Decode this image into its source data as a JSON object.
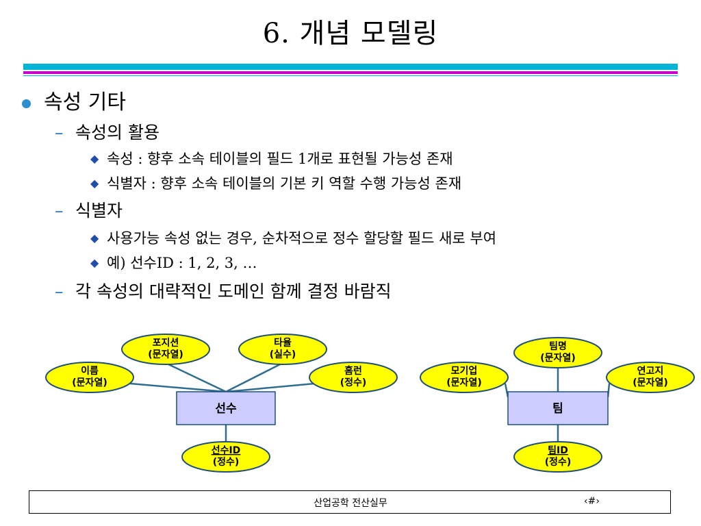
{
  "slide": {
    "title": "6. 개념 모델링",
    "outline": {
      "heading": "속성 기타",
      "sections": [
        {
          "label": "속성의 활용",
          "items": [
            "속성 : 향후 소속 테이블의 필드 1개로 표현될 가능성 존재",
            "식별자 : 향후 소속 테이블의 기본 키 역할 수행 가능성 존재"
          ]
        },
        {
          "label": "식별자",
          "items": [
            "사용가능 속성 없는 경우, 순차적으로 정수 할당할 필드 새로 부여",
            "예) 선수ID : 1, 2, 3, …"
          ]
        },
        {
          "label": "각 속성의 대략적인 도메인 함께 결정 바람직",
          "items": []
        }
      ]
    },
    "footer": {
      "course": "산업공학 전산실무",
      "page_number": "‹#›"
    }
  },
  "diagram": {
    "colors": {
      "attribute_fill": "#ffff00",
      "attribute_stroke": "#1f4e79",
      "entity_fill": "#ccccff",
      "entity_stroke": "#1f4e79",
      "connector": "#2f6d8f"
    },
    "entities": [
      {
        "name": "선수",
        "attributes": [
          {
            "line1": "포지션",
            "line2": "(문자열)",
            "key": false
          },
          {
            "line1": "타율",
            "line2": "(실수)",
            "key": false
          },
          {
            "line1": "이름",
            "line2": "(문자열)",
            "key": false
          },
          {
            "line1": "홈런",
            "line2": "(정수)",
            "key": false
          },
          {
            "line1": "선수ID",
            "line2": "(정수)",
            "key": true
          }
        ]
      },
      {
        "name": "팀",
        "attributes": [
          {
            "line1": "팀명",
            "line2": "(문자열)",
            "key": false
          },
          {
            "line1": "모기업",
            "line2": "(문자열)",
            "key": false
          },
          {
            "line1": "연고지",
            "line2": "(문자열)",
            "key": false
          },
          {
            "line1": "팀ID",
            "line2": "(정수)",
            "key": true
          }
        ]
      }
    ]
  }
}
